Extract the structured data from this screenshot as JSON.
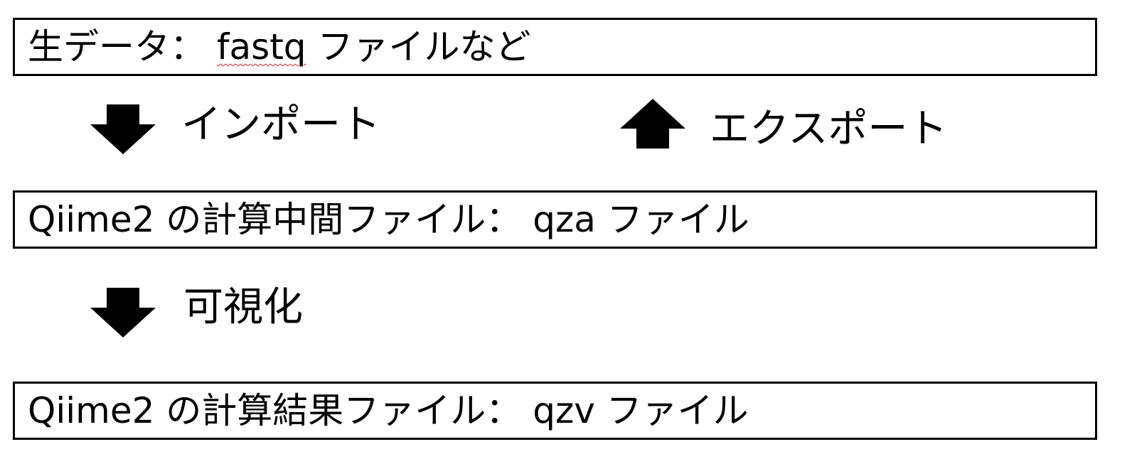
{
  "boxes": {
    "raw": {
      "prefix": "生データ： ",
      "highlight": "fastq",
      "suffix": " ファイルなど"
    },
    "qza": {
      "text": "Qiime2 の計算中間ファイル： qza ファイル"
    },
    "qzv": {
      "text": "Qiime2 の計算結果ファイル： qzv ファイル"
    }
  },
  "steps": {
    "import": {
      "label": "インポート",
      "icon": "arrow-down-icon"
    },
    "export": {
      "label": "エクスポート",
      "icon": "arrow-up-icon"
    },
    "visualize": {
      "label": "可視化",
      "icon": "arrow-down-icon"
    }
  },
  "colors": {
    "stroke": "#000000",
    "background": "#ffffff",
    "spellcheck": "#e02020"
  }
}
